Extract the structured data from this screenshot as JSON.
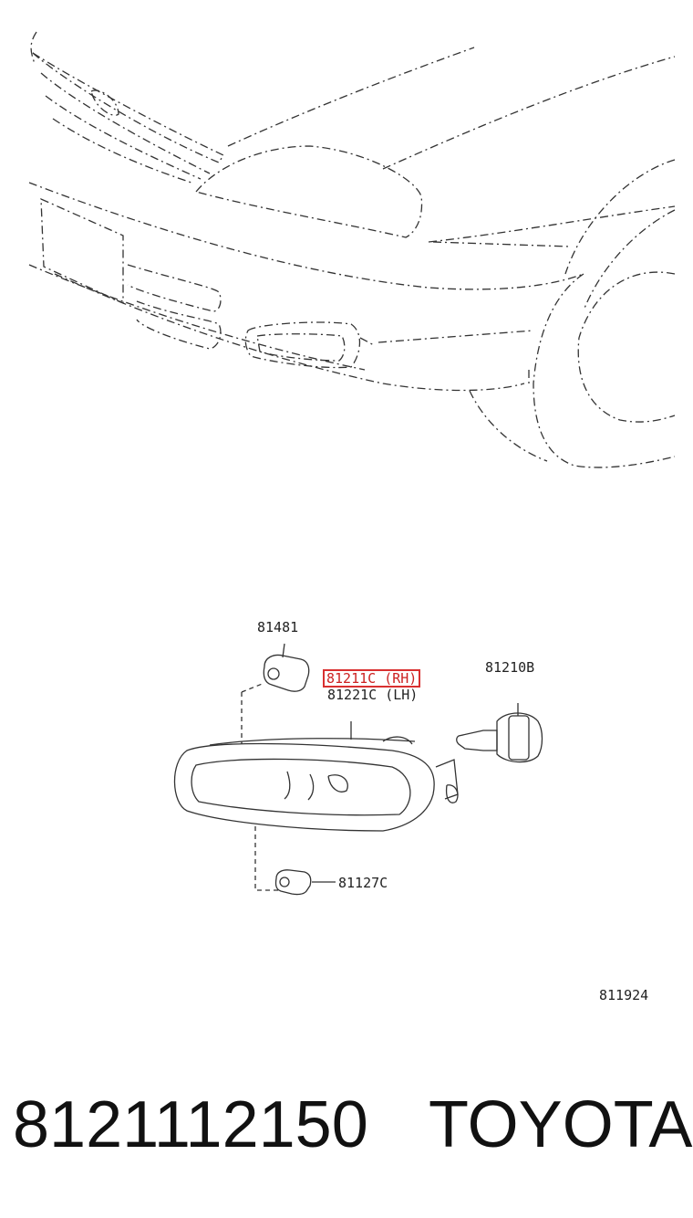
{
  "labels": {
    "bulb_socket_top": "81481",
    "fog_lamp_rh": "81211C (RH)",
    "fog_lamp_lh": "81221C (LH)",
    "bulb": "81210B",
    "bulb_socket_bottom": "81127C",
    "diagram_ref": "811924"
  },
  "footer": {
    "part_number": "8121112150",
    "brand": "TOYOTA"
  },
  "colors": {
    "line": "#333333",
    "highlight": "#d93030"
  }
}
